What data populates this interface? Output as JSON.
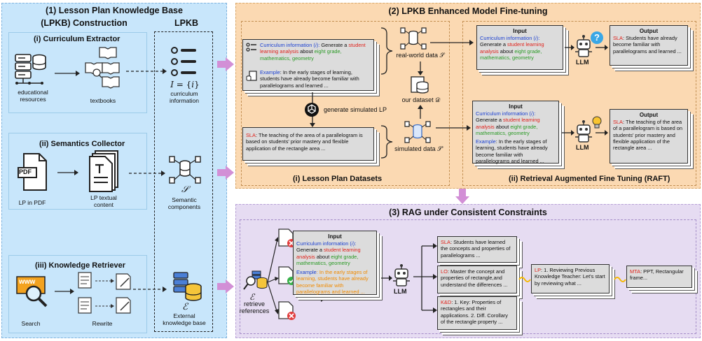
{
  "panel1": {
    "title_line1": "(1) Lesson Plan Knowledge Base",
    "title_line2": "(LPKB) Construction",
    "lpkb_label": "LPKB",
    "i_title": "(i) Curriculum  Extractor",
    "educational_resources": "educational resources",
    "textbooks": "textbooks",
    "curriculum_formula": "𝐼 = {𝑖}",
    "curriculum_information": "curriculum information",
    "ii_title": "(ii) Semantics Collector",
    "pdf_badge": "PDF",
    "lp_in_pdf": "LP in PDF",
    "lp_textual": "LP textual content",
    "s_symbol": "𝒮",
    "semantic_components": "Semantic components",
    "iii_title": "(iii) Knowledge Retriever",
    "www": "www",
    "search": "Search",
    "rewrite": "Rewrite",
    "e_symbol": "ℰ",
    "external_kb": "External knowledge base"
  },
  "panel2": {
    "title": "(2) LPKB Enhanced Model Fine-tuning",
    "card1_ci": "Curriculum information (𝑖): ",
    "card1_gen": "Generate a ",
    "card1_sla": "student learning analysis",
    "card1_about": " about ",
    "card1_topics": "eight grade, mathematics, geometry",
    "card1_ex": "Example",
    "card1_ex_text": ": In the early stages of learning, students have already become familiar with parallelograms and learned ...",
    "real_world": "real-world data 𝒮",
    "generate_sim": "generate simulated LP",
    "our_dataset": "our dataset 𝒟",
    "sim_sla": "SLA",
    "sim_text": ": The teaching of the area of a parallelogram is based on students' prior mastery and flexible application of the rectangle area ...",
    "simulated": "simulated data 𝒮'",
    "sub_i": "(i) Lesson Plan Datasets",
    "input": "Input",
    "in_ci": "Curriculum information (𝑖):",
    "in_gen": "Generate a ",
    "in_sla": "student learning analysis",
    "in_about": " about ",
    "in_topics": "eight grade, mathematics, geometry",
    "in_ex": "Example",
    "in_ex_text": ": In the early stages of learning, students have already become familiar with parallelograms and learned ...",
    "llm": "LLM",
    "question_mark": "?",
    "output": "Output",
    "out1_sla": "SLA",
    "out1_text": ": Students have already become familiar with parallelograms and learned ...",
    "out2_sla": "SLA",
    "out2_text": ": The teaching of the area of a parallelogram is based on students' prior mastery and flexible application of the rectangle area ...",
    "sub_ii": "(ii) Retrieval Augmented Fine Tuning (RAFT)"
  },
  "panel3": {
    "title": "(3) RAG under Consistent Constraints",
    "e_symbol": "ℰ",
    "retrieve": "retrieve references",
    "input": "Input",
    "in_ci": "Curriculum information (𝑖):",
    "in_gen": "Generate a ",
    "in_sla": "student learning analysis",
    "in_about": " about ",
    "in_topics": "eight grade, mathematics, geometry",
    "in_ex": "Example",
    "in_ex_text": ": In the early stages of learning, students have already become familiar with parallelograms and learned ...",
    "llm": "LLM",
    "sla_tag": "SLA",
    "sla_text": ": Students have learned the concepts and properties of parallelograms ...",
    "lo_tag": "LO",
    "lo_text": ": Master the concept and properties of rectangle,and understand the differences ...",
    "kd_tag": "K&D",
    "kd_text": ": 1. Key: Properties of rectangles and their applications. 2. Diff. Corollary of the rectangle property ...",
    "lp_tag": "LP",
    "lp_text": ": 1. Reviewing Previous Knowledge Teacher: Let's start by reviewing what ...",
    "mta_tag": "MTA",
    "mta_text": ": PPT, Rectangular frame..."
  },
  "colors": {
    "panel1_bg": "#c8e6fb",
    "panel2_bg": "#fbd9b2",
    "panel3_bg": "#e6dcf2",
    "arrow_purple": "#d28fd6"
  }
}
